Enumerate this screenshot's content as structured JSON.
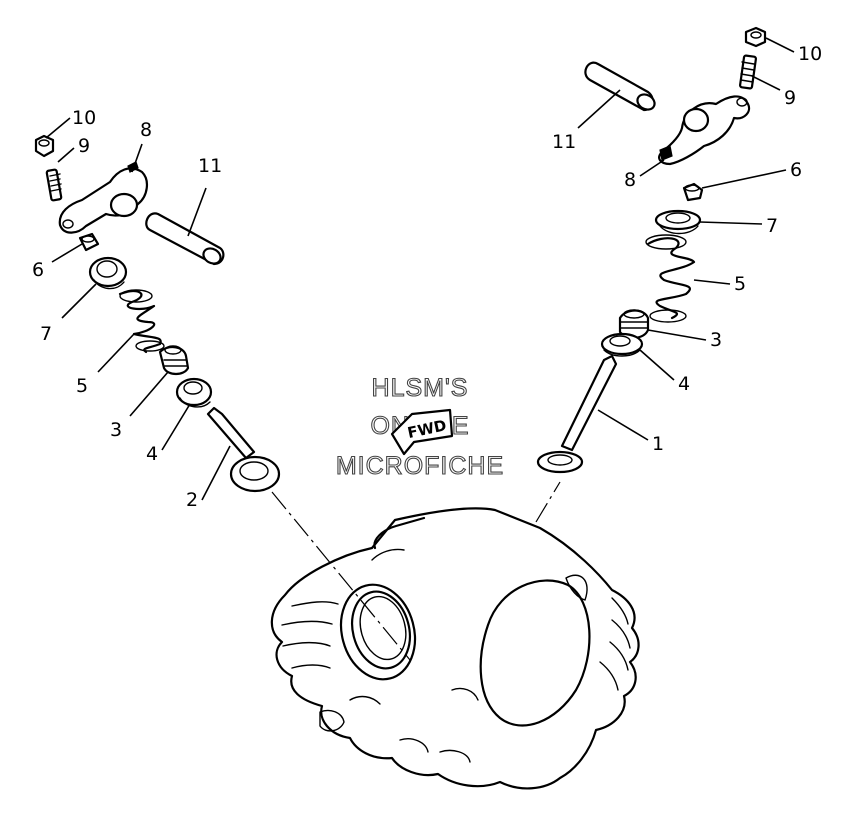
{
  "watermark": {
    "line1": "HLSM'S",
    "line2": "ONLINE",
    "line3": "MICROFICHE"
  },
  "direction_marker": "FWD",
  "callouts": {
    "left": {
      "n10": "10",
      "n9": "9",
      "n8": "8",
      "n11": "11",
      "n6": "6",
      "n7": "7",
      "n5": "5",
      "n3": "3",
      "n4": "4",
      "n2": "2"
    },
    "right": {
      "n10": "10",
      "n9": "9",
      "n11": "11",
      "n8": "8",
      "n6": "6",
      "n7": "7",
      "n5": "5",
      "n3": "3",
      "n4": "4",
      "n1": "1"
    }
  }
}
